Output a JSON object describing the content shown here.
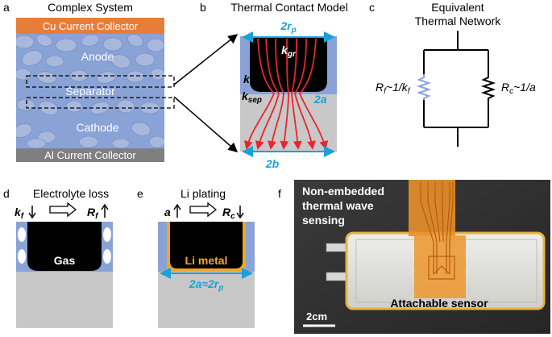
{
  "panels": {
    "a": {
      "letter": "a",
      "title": "Complex System",
      "cu": "Cu Current Collector",
      "anode": "Anode",
      "separator": "Separator",
      "cathode": "Cathode",
      "al": "Al Current Collector"
    },
    "b": {
      "letter": "b",
      "title": "Thermal Contact Model",
      "top_dim": "2r",
      "top_dim_sub": "p",
      "kgr": "k",
      "kgr_sub": "gr",
      "kf": "k",
      "kf_sub": "f",
      "ksep": "k",
      "ksep_sub": "sep",
      "mid_dim": "2a",
      "bottom_dim": "2b"
    },
    "c": {
      "letter": "c",
      "title_line1": "Equivalent",
      "title_line2": "Thermal Network",
      "rf_label": "R",
      "rf_sub": "f",
      "rf_rel": "~1/k",
      "rf_rel_sub": "f",
      "rc_label": "R",
      "rc_sub": "c",
      "rc_rel": "~1/a"
    },
    "d": {
      "letter": "d",
      "title": "Electrolyte loss",
      "left_sym": "k",
      "left_sub": "f",
      "right_sym": "R",
      "right_sub": "f",
      "gas": "Gas"
    },
    "e": {
      "letter": "e",
      "title": "Li plating",
      "left_sym": "a",
      "right_sym": "R",
      "right_sub": "c",
      "metal": "Li metal",
      "dim": "2a≈2r",
      "dim_sub": "p"
    },
    "f": {
      "letter": "f",
      "caption_line1": "Non-embedded",
      "caption_line2": "thermal wave",
      "caption_line3": "sensing",
      "sensor": "Attachable sensor",
      "scale": "2cm"
    }
  },
  "colors": {
    "cu": "#e67e3a",
    "electrode": "#8aa3d6",
    "al": "#7f7f7f",
    "particle": "#a8b8dc",
    "black": "#000000",
    "red": "#e8262b",
    "cyan": "#1ba0d8",
    "grey": "#c8c8c8",
    "li": "#f4a623"
  }
}
